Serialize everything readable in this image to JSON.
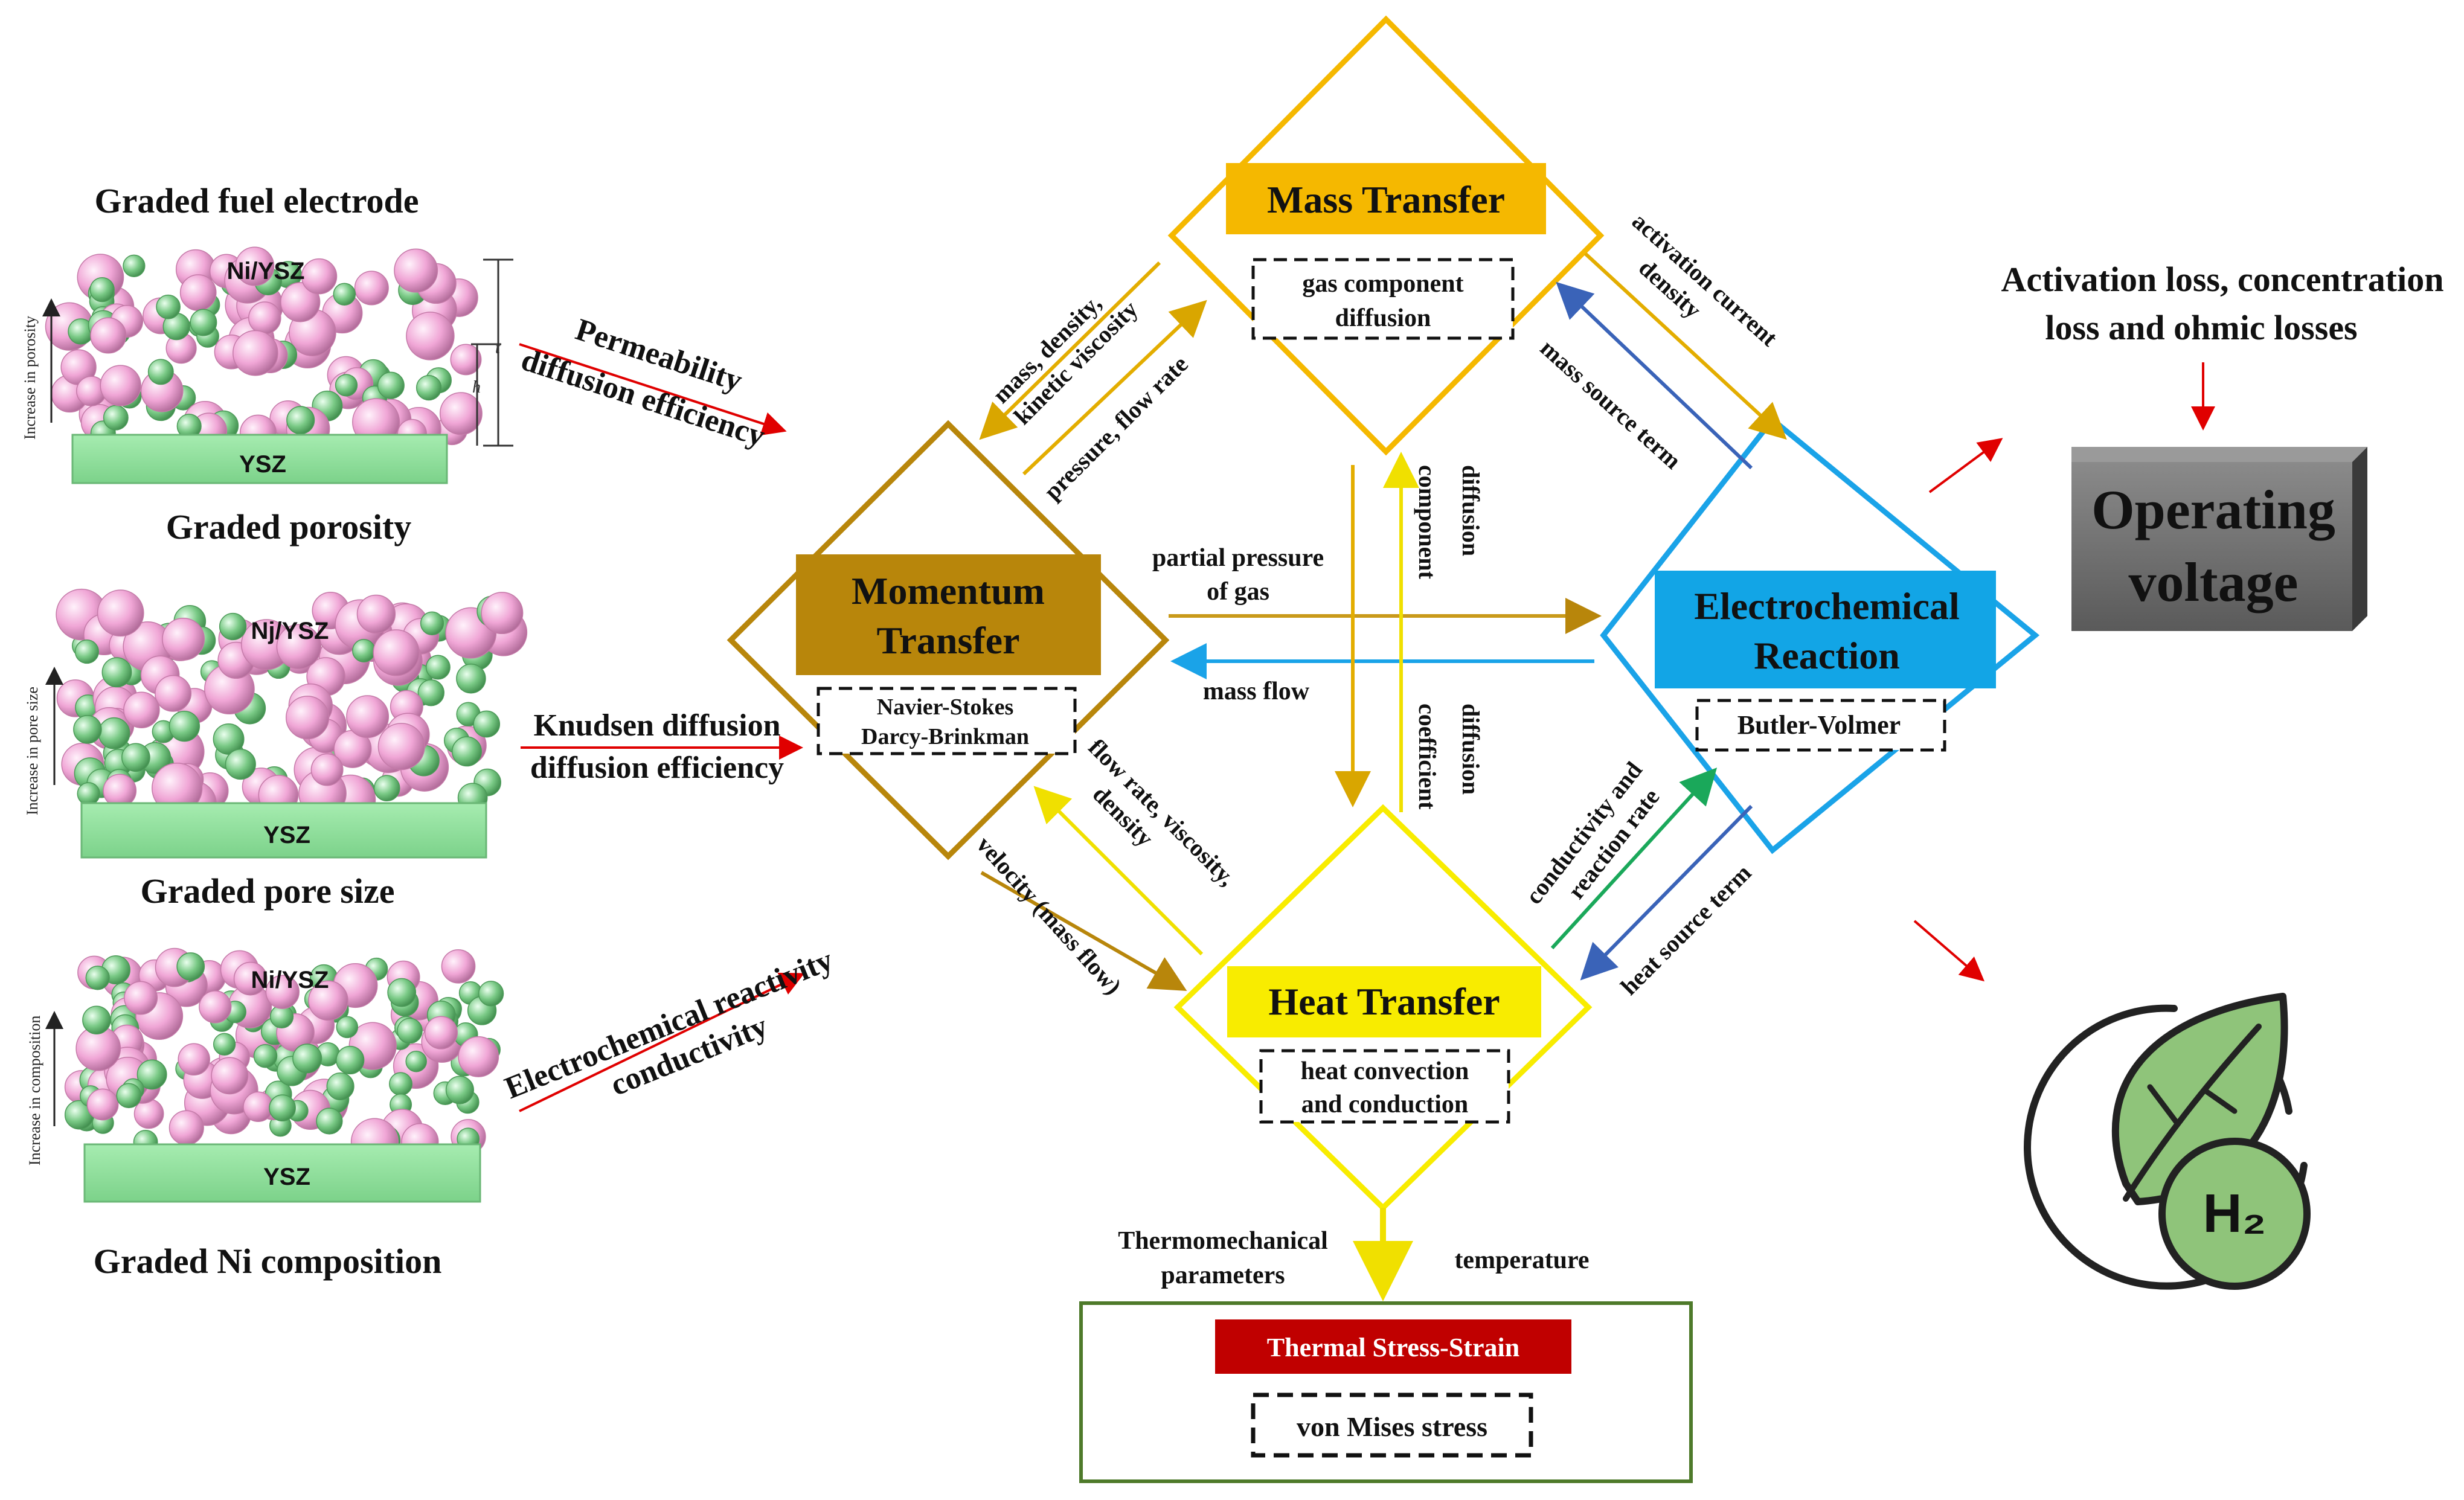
{
  "left_panel": {
    "top_title": "Graded fuel electrode",
    "items": [
      {
        "top_label": "Ni/YSZ",
        "base_label": "YSZ",
        "side_label": "Increase in porosity",
        "caption": "Graded porosity",
        "arrow_line1": "Permeability",
        "arrow_line2": "diffusion efficiency",
        "dim_t": "t",
        "dim_h": "h"
      },
      {
        "top_label": "Nj/YSZ",
        "base_label": "YSZ",
        "side_label": "Increase in pore size",
        "caption": "Graded pore size",
        "arrow_line1": "Knudsen diffusion",
        "arrow_line2": "diffusion efficiency"
      },
      {
        "top_label": "Ni/YSZ",
        "base_label": "YSZ",
        "side_label": "Increase in composition",
        "caption": "Graded Ni composition",
        "arrow_line1": "Electrochemical reactivity",
        "arrow_line2": "conductivity"
      }
    ]
  },
  "nodes": {
    "mass": {
      "title": "Mass Transfer",
      "sub": [
        "gas component",
        "diffusion"
      ],
      "color": "#f5b800",
      "label_bg": "#f5b800"
    },
    "momentum": {
      "title": [
        "Momentum",
        "Transfer"
      ],
      "sub": [
        "Navier-Stokes",
        "Darcy-Brinkman"
      ],
      "color": "#b8860b",
      "label_bg": "#b8860b"
    },
    "electro": {
      "title": [
        "Electrochemical",
        "Reaction"
      ],
      "sub": [
        "Butler-Volmer"
      ],
      "color": "#1aa3e8",
      "label_bg": "#12a5e6"
    },
    "heat": {
      "title": "Heat Transfer",
      "sub": [
        "heat convection",
        "and conduction"
      ],
      "color": "#f8ec00",
      "label_bg": "#f8ec00"
    }
  },
  "links": {
    "mass_to_momentum": [
      "mass, density,",
      "kinetic viscosity"
    ],
    "momentum_to_mass": "pressure, flow rate",
    "mass_to_electro": [
      "activation current",
      "density"
    ],
    "electro_to_mass": "mass source term",
    "momentum_to_electro": [
      "partial pressure",
      "of gas"
    ],
    "electro_to_momentum": "mass flow",
    "mass_to_heat": [
      "component",
      "diffusion"
    ],
    "heat_to_mass": [
      "diffusion",
      "coefficient"
    ],
    "heat_to_momentum": [
      "flow rate, viscosity,",
      "density"
    ],
    "momentum_to_heat": "velocity (mass flow)",
    "heat_to_electro": [
      "conductivity and",
      "reaction rate"
    ],
    "electro_to_heat": "heat source term"
  },
  "stress": {
    "title": "Thermal Stress-Strain",
    "sub": "von Mises stress",
    "input_left": [
      "Thermomechanical",
      "parameters"
    ],
    "input_right": "temperature",
    "title_bg": "#c00000",
    "border": "#4e7a2a"
  },
  "outputs": {
    "losses": [
      "Activation loss, concentration",
      "loss and ohmic losses"
    ],
    "voltage": [
      "Operating",
      "voltage"
    ],
    "h2_label": "H₂",
    "leaf_color": "#8fc47a"
  },
  "colors": {
    "pink": "#f2a8da",
    "green": "#7fd08a",
    "base": "#8fe09a",
    "red_arrow": "#e00000"
  }
}
